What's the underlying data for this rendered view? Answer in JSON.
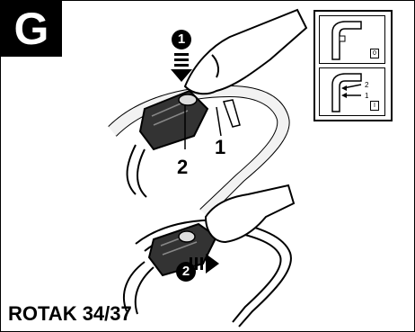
{
  "badge": {
    "letter": "G"
  },
  "steps": {
    "step1": "1",
    "step2": "2"
  },
  "callouts": {
    "handle": "1",
    "button": "2"
  },
  "inset": {
    "top": {
      "switch_mark": "0"
    },
    "bottom": {
      "switch_mark": "I",
      "label_a": "2",
      "label_b": "1"
    }
  },
  "footer": {
    "model": "ROTAK 34/37"
  }
}
